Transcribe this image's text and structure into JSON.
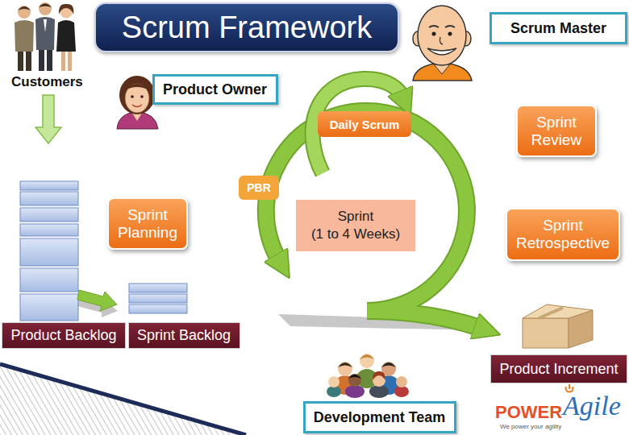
{
  "diagram": {
    "title": "Scrum Framework",
    "nodes": [
      {
        "text": [
          "Scrum Master"
        ]
      },
      {
        "text": [
          "Product Owner"
        ]
      },
      {
        "text": [
          "Daily Scrum"
        ]
      },
      {
        "text": [
          "Sprint Review"
        ]
      },
      {
        "text": [
          "PBR"
        ]
      },
      {
        "text": [
          "Sprint Planning"
        ]
      },
      {
        "text": [
          "Sprint",
          "(1 to 4 Weeks)"
        ]
      },
      {
        "text": [
          "Sprint Retrospective"
        ]
      },
      {
        "text": [
          "Product Backlog"
        ]
      },
      {
        "text": [
          "Sprint Backlog"
        ]
      },
      {
        "text": [
          "Product Increment"
        ]
      },
      {
        "text": [
          "Development Team"
        ]
      }
    ],
    "labels": [
      "Customers",
      "POWER",
      "Agile",
      "We power your agility"
    ]
  }
}
